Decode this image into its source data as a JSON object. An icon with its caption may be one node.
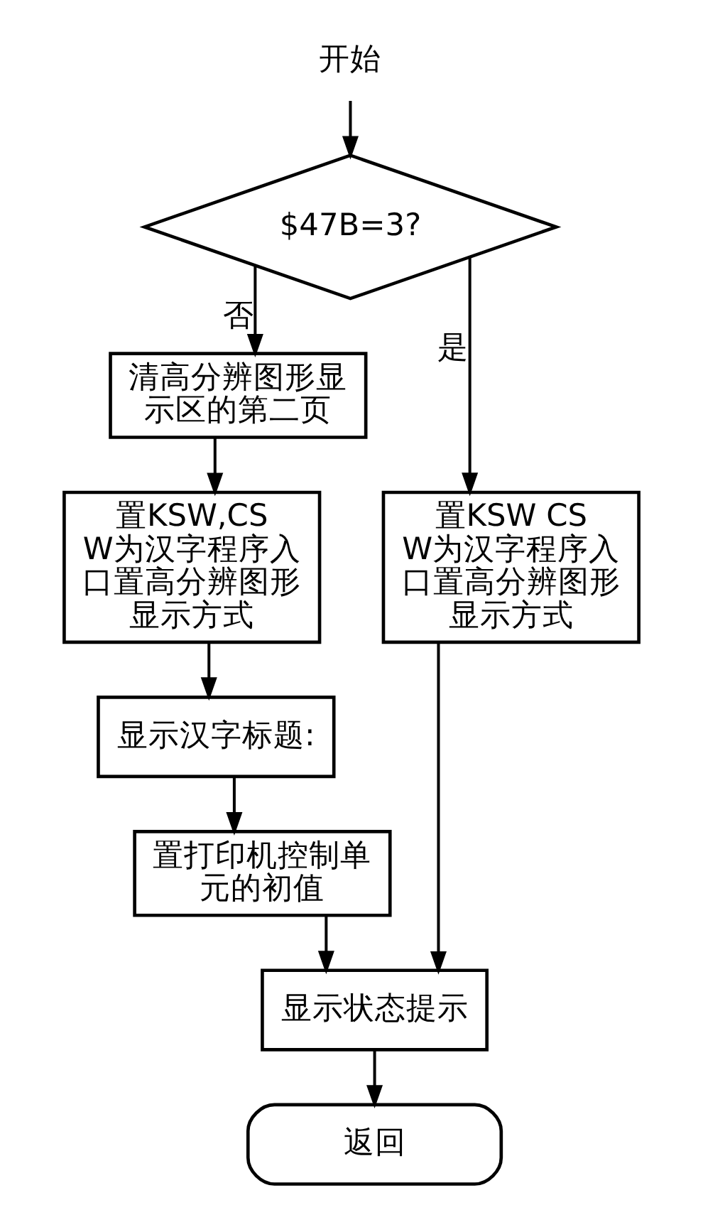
{
  "diagram": {
    "nodes": [
      {
        "text": [
          "开始"
        ]
      },
      {
        "text": [
          "$47B=3?"
        ]
      },
      {
        "text": [
          "清高分辨图形显示区的第二页"
        ]
      },
      {
        "text": [
          "置KSW CSW为汉字程序入口置高分辨图形显示方式"
        ]
      },
      {
        "text": [
          "置KSW,CSW为汉字程序入口置高分辨图形显示方式"
        ]
      },
      {
        "text": [
          "显示汉字标题:"
        ]
      },
      {
        "text": [
          "置打印机控制单元的初值"
        ]
      },
      {
        "text": [
          "显示状态提示"
        ]
      },
      {
        "text": [
          "返回"
        ]
      }
    ],
    "edges": [
      {
        "from": 0,
        "to": 1,
        "arrow": "to"
      },
      {
        "from": 1,
        "to": 3,
        "arrow": "to",
        "label": "是"
      },
      {
        "from": 1,
        "to": 2,
        "arrow": "to",
        "label": "否"
      },
      {
        "from": 2,
        "to": 4,
        "arrow": "to"
      },
      {
        "from": 4,
        "to": 5,
        "arrow": "to"
      },
      {
        "from": 5,
        "to": 6,
        "arrow": "to"
      },
      {
        "from": 3,
        "to": 7,
        "arrow": "to"
      },
      {
        "from": 6,
        "to": 7,
        "arrow": "to"
      },
      {
        "from": 7,
        "to": 8,
        "arrow": "to"
      }
    ]
  }
}
